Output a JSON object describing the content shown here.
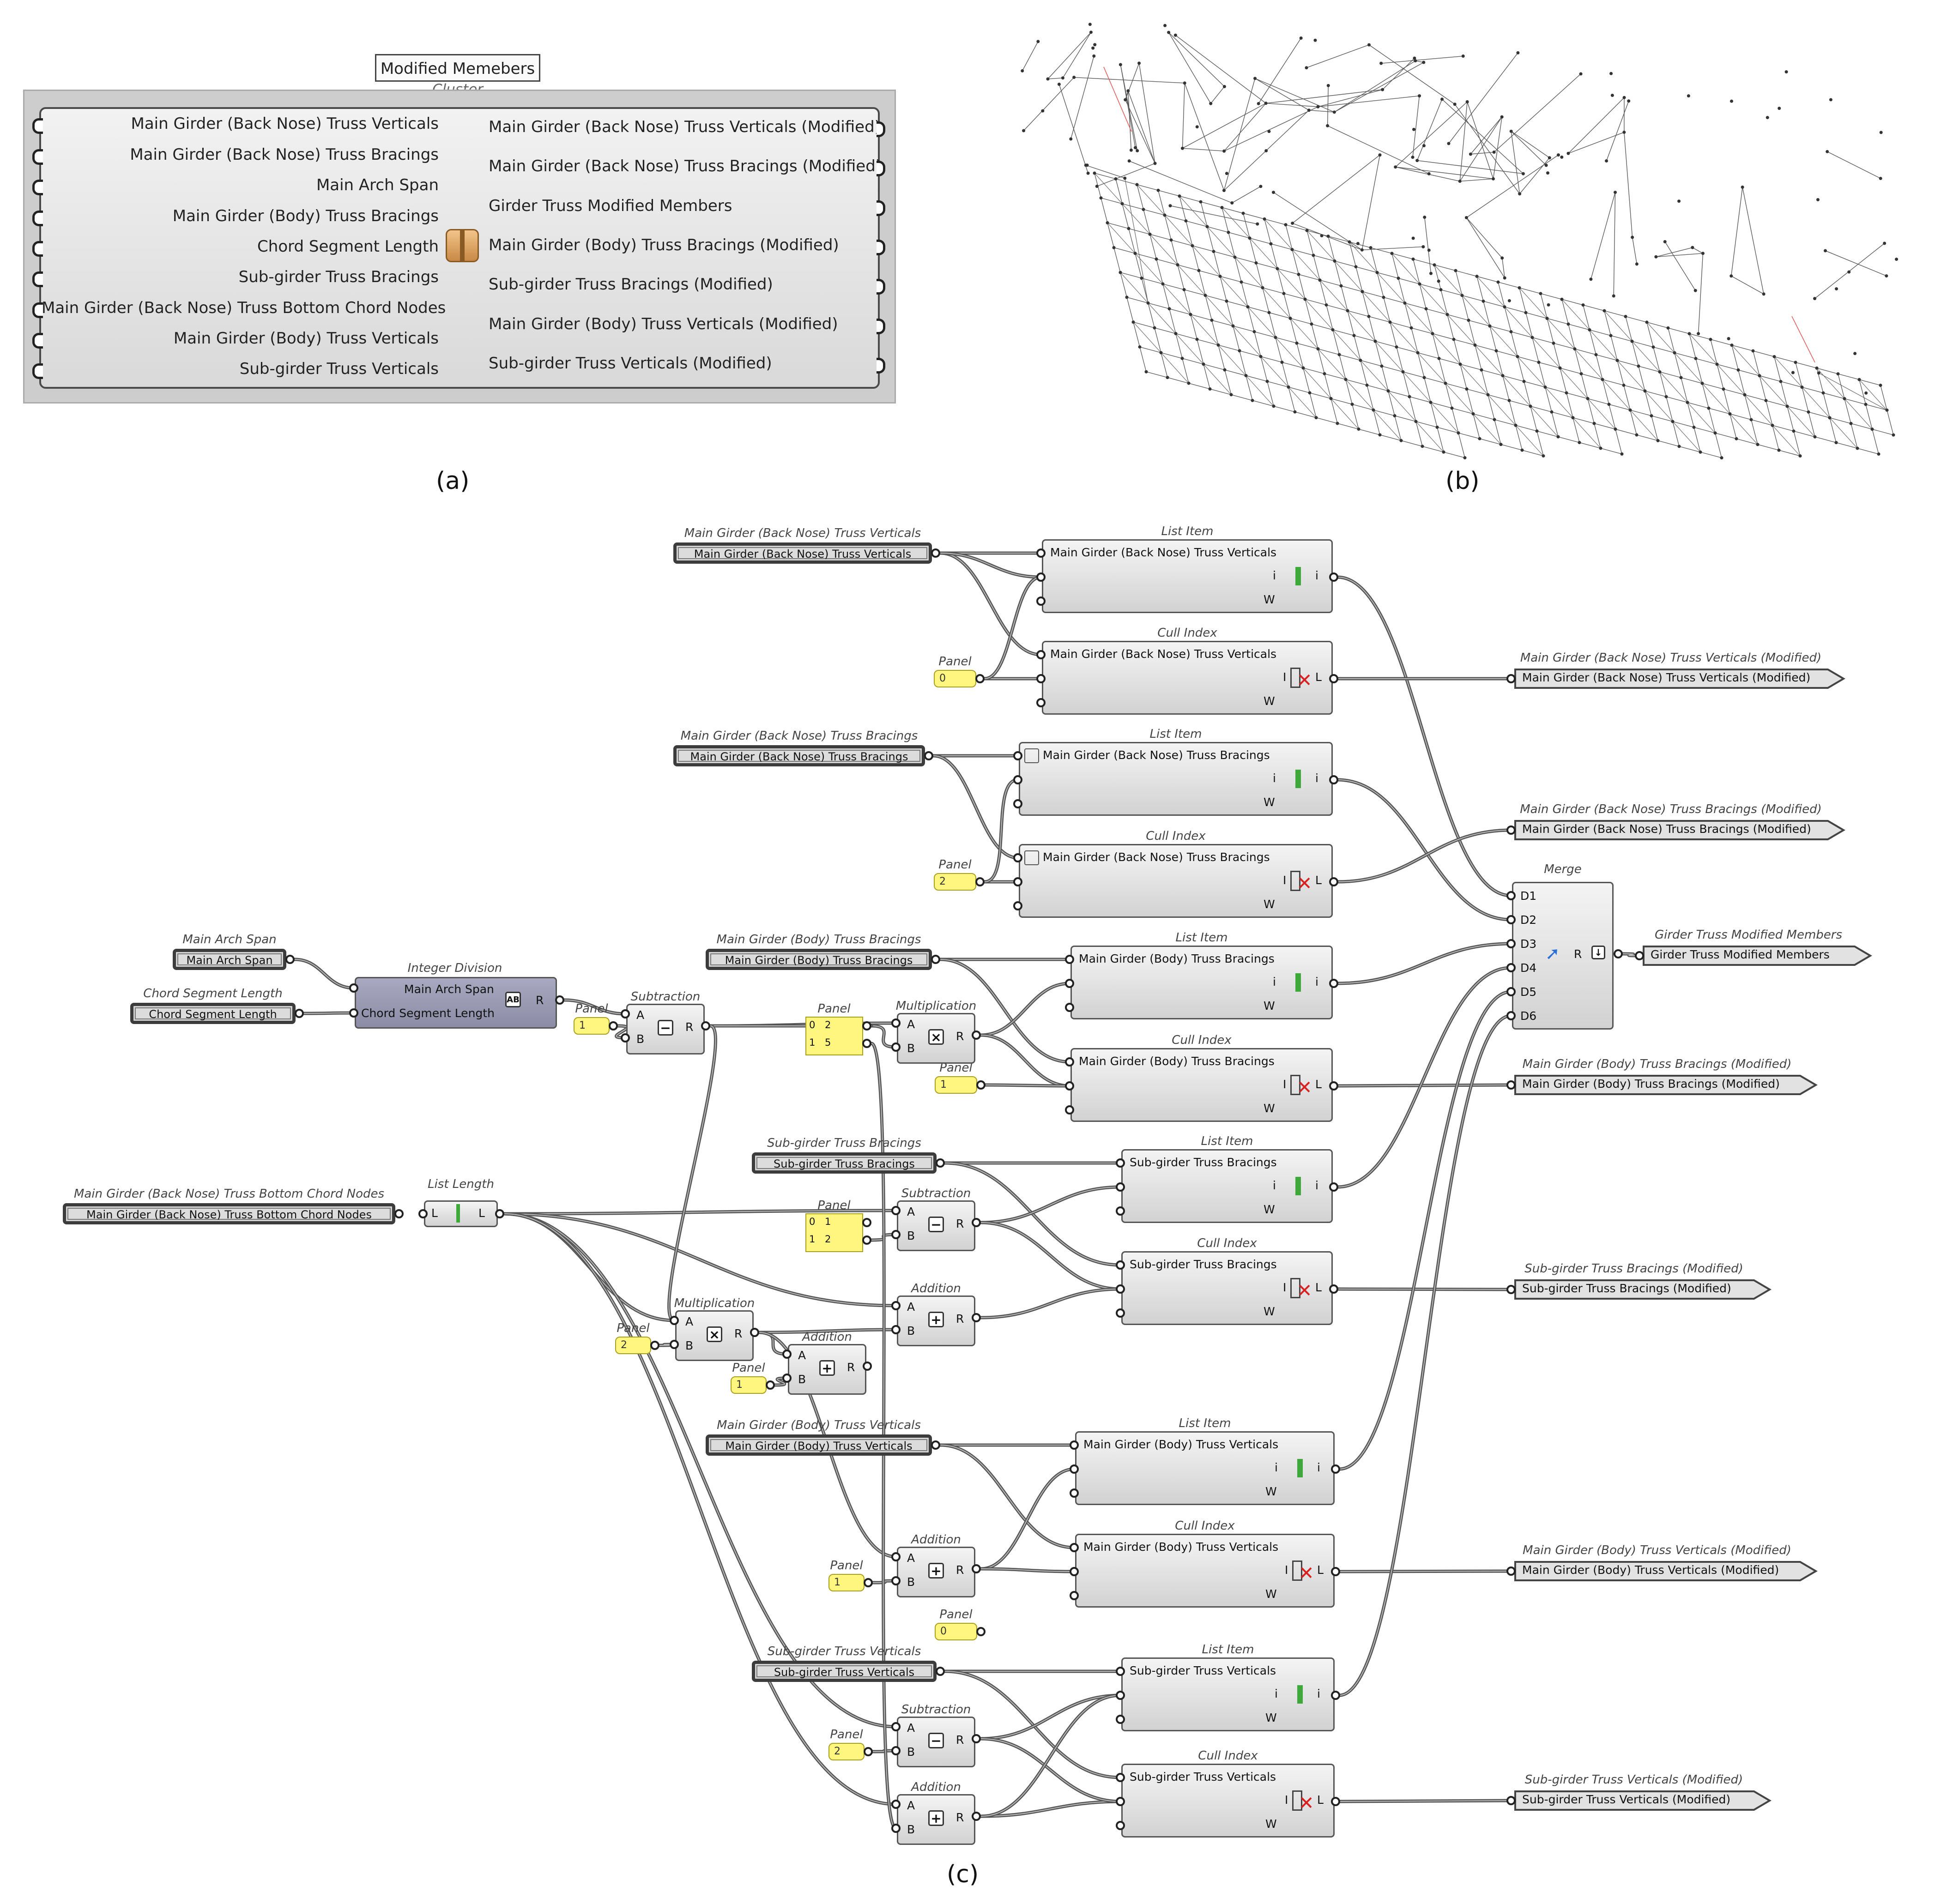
{
  "panel_labels": {
    "a": "(a)",
    "b": "(b)",
    "c": "(c)"
  },
  "cluster": {
    "tooltip": "Modified Memebers",
    "subtitle": "Cluster",
    "inputs": [
      "Main Girder (Back Nose) Truss Verticals",
      "Main Girder (Back Nose) Truss Bracings",
      "Main Arch Span",
      "Main Girder (Body) Truss Bracings",
      "Chord Segment Length",
      "Sub-girder Truss Bracings",
      "Main Girder (Back Nose) Truss Bottom Chord Nodes",
      "Main Girder (Body) Truss Verticals",
      "Sub-girder Truss Verticals"
    ],
    "outputs": [
      "Main Girder (Back Nose) Truss Verticals (Modified)",
      "Main Girder (Back Nose) Truss Bracings (Modified)",
      "Girder Truss Modified Members",
      "Main Girder (Body) Truss Bracings (Modified)",
      "Sub-girder Truss Bracings (Modified)",
      "Main Girder (Body) Truss Verticals (Modified)",
      "Sub-girder Truss Verticals (Modified)"
    ],
    "icon": "cluster-box-icon"
  },
  "params": {
    "bn_vert": {
      "title": "Main Girder (Back Nose) Truss Verticals",
      "label": "Main Girder (Back Nose) Truss Verticals"
    },
    "bn_brac": {
      "title": "Main Girder (Back Nose) Truss Bracings",
      "label": "Main Girder (Back Nose) Truss Bracings"
    },
    "arch": {
      "title": "Main Arch Span",
      "label": "Main Arch Span"
    },
    "chord": {
      "title": "Chord Segment Length",
      "label": "Chord Segment Length"
    },
    "body_brac": {
      "title": "Main Girder (Body) Truss Bracings",
      "label": "Main Girder (Body) Truss Bracings"
    },
    "sub_brac": {
      "title": "Sub-girder Truss Bracings",
      "label": "Sub-girder Truss Bracings"
    },
    "bottom": {
      "title": "Main Girder (Back Nose) Truss Bottom Chord Nodes",
      "label": "Main Girder (Back Nose) Truss Bottom Chord Nodes"
    },
    "body_vert": {
      "title": "Main Girder (Body) Truss Verticals",
      "label": "Main Girder (Body) Truss Verticals"
    },
    "sub_vert": {
      "title": "Sub-girder Truss Verticals",
      "label": "Sub-girder Truss Verticals"
    }
  },
  "list_item": {
    "title": "List Item",
    "in_i": "i",
    "in_w": "W",
    "out": "i"
  },
  "cull_index": {
    "title": "Cull Index",
    "in_i": "I",
    "in_w": "W",
    "out": "L"
  },
  "comp_labels": {
    "bn_vert": "Main Girder (Back Nose) Truss Verticals",
    "bn_brac": "Main Girder (Back Nose) Truss Bracings",
    "body_brac": "Main Girder (Body) Truss Bracings",
    "sub_brac": "Sub-girder Truss Bracings",
    "body_vert": "Main Girder (Body) Truss Verticals",
    "sub_vert": "Sub-girder Truss Verticals"
  },
  "int_div": {
    "title": "Integer Division",
    "in_a": "Main Arch Span",
    "in_b": "Chord Segment Length",
    "out": "R"
  },
  "list_length": {
    "title": "List Length",
    "in": "L",
    "out": "L"
  },
  "math": {
    "subtraction": "Subtraction",
    "multiplication": "Multiplication",
    "addition": "Addition",
    "in_a": "A",
    "in_b": "B",
    "out": "R",
    "minus": "−",
    "times": "×",
    "plus": "+"
  },
  "panel_title": "Panel",
  "panels": {
    "p0_bn": "0",
    "p2_bn": "2",
    "p1_sub": "1",
    "p1_body": "1",
    "p2_mul": "2",
    "p1_add": "1",
    "p1_bv": "1",
    "p0_bv": "0",
    "p2_sv": "2"
  },
  "tpanel_a": [
    [
      "0",
      "2"
    ],
    [
      "1",
      "5"
    ]
  ],
  "tpanel_b": [
    [
      "0",
      "1"
    ],
    [
      "1",
      "2"
    ]
  ],
  "merge": {
    "title": "Merge",
    "inputs": [
      "D1",
      "D2",
      "D3",
      "D4",
      "D5",
      "D6"
    ],
    "out": "R"
  },
  "outputs": {
    "o1": "Main Girder (Back Nose) Truss Verticals (Modified)",
    "o2": "Main Girder (Back Nose) Truss Bracings (Modified)",
    "o3": "Girder Truss Modified Members",
    "o4": "Main Girder (Body) Truss Bracings (Modified)",
    "o5": "Sub-girder Truss Bracings (Modified)",
    "o6": "Main Girder (Body) Truss Verticals (Modified)",
    "o7": "Sub-girder Truss Verticals (Modified)"
  },
  "colors": {
    "panel": "#fff680",
    "wire": "#555555",
    "node_border": "#555555",
    "cull_icon": "#d82020",
    "list_icon": "#3fa83a"
  }
}
